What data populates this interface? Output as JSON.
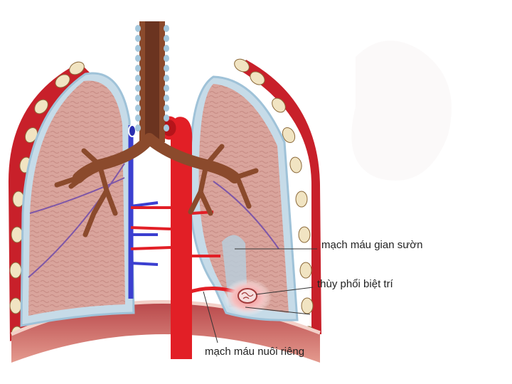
{
  "labels": {
    "intercostal_vessel": "mạch máu gian sườn",
    "sequestered_lobe": "thùy phổi biệt trí",
    "feeding_vessel": "mạch máu nuôi riêng"
  },
  "colors": {
    "lung_fill": "#d9a49c",
    "lung_texture": "#c88a82",
    "pleura_outline": "#a9c9dd",
    "pleura_space": "#c6dbe8",
    "airway": "#8b4a2c",
    "airway_dark": "#6b3420",
    "cartilage_ring": "#a6c8dd",
    "artery_red": "#e21f26",
    "vein_blue": "#3b3fd0",
    "chest_wall": "#c8202a",
    "rib": "#f1e4c2",
    "diaphragm": "#c2585a",
    "lesion_glow": "#f4b0b0",
    "leader_line": "#333333"
  },
  "icons": [
    "trachea",
    "left-lung",
    "right-lung",
    "aorta",
    "vena-cava",
    "diaphragm",
    "ribs",
    "sequestered-lobe-mass"
  ]
}
